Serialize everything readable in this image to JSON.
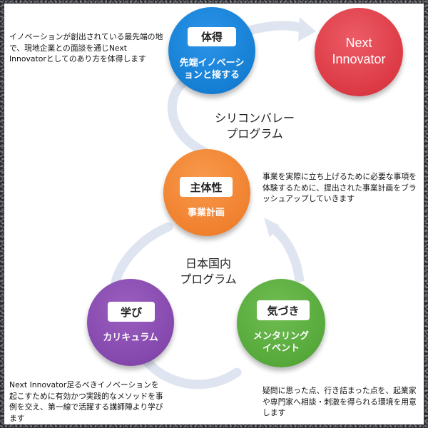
{
  "nodes": {
    "taitoku": {
      "title": "体得",
      "subtitle": "先端イノベーションと接する"
    },
    "next_innovator": {
      "label_line1": "Next",
      "label_line2": "Innovator"
    },
    "shutaisei": {
      "title": "主体性",
      "subtitle": "事業計画"
    },
    "manabi": {
      "title": "学び",
      "subtitle": "カリキュラム"
    },
    "kizuki": {
      "title": "気づき",
      "subtitle_line1": "メンタリング",
      "subtitle_line2": "イベント"
    }
  },
  "programs": {
    "silicon_valley": {
      "line1": "シリコンバレー",
      "line2": "プログラム"
    },
    "japan": {
      "line1": "日本国内",
      "line2": "プログラム"
    }
  },
  "notes": {
    "top_left": "イノベーションが創出されている最先端の地で、現地企業との面談を通じNext Innovatorとしてのあり方を体得します",
    "middle_right": "事業を実際に立ち上げるために必要な事項を体験するために、提出された事業計画をブラッシュアップしていきます",
    "bottom_left": "Next Innovator足るべきイノベーションを起こすために有効かつ実践的なメソッドを事例を交え、第一線で活躍する講師陣より学びます",
    "bottom_right": "疑問に思った点、行き詰まった点を、起業家や専門家へ相談・刺激を得られる環境を用意します"
  },
  "colors": {
    "blue": "#157fd4",
    "red": "#dc3a45",
    "orange": "#f0812f",
    "purple": "#8548ad",
    "green": "#57a93b",
    "arrow": "#dfe5f0"
  }
}
